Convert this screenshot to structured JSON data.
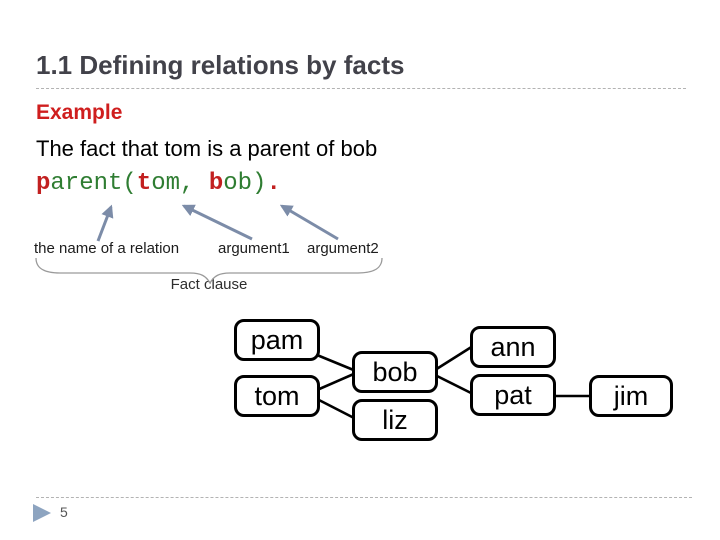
{
  "slide": {
    "title": "1.1 Defining relations by facts",
    "page_number": "5"
  },
  "example": {
    "heading": "Example",
    "body": "The fact that tom is a parent of bob",
    "code_segments": [
      "p",
      "arent(",
      "t",
      "om, ",
      "b",
      "ob)",
      "."
    ],
    "annotations": {
      "relation_label": "the name of a relation",
      "argument1_label": "argument1",
      "argument2_label": "argument2",
      "brace_label": "Fact clause"
    }
  },
  "family_tree": {
    "nodes": [
      "pam",
      "tom",
      "bob",
      "liz",
      "ann",
      "pat",
      "jim"
    ],
    "edges": [
      {
        "from": "pam",
        "to": "bob"
      },
      {
        "from": "tom",
        "to": "bob"
      },
      {
        "from": "tom",
        "to": "liz"
      },
      {
        "from": "bob",
        "to": "ann"
      },
      {
        "from": "bob",
        "to": "pat"
      },
      {
        "from": "pat",
        "to": "jim"
      }
    ]
  },
  "colors": {
    "title": "#42424a",
    "heading_red": "#cf1e1e",
    "code_red": "#c22020",
    "code_green": "#2f7d32",
    "annotation_arrow": "#7c8ca8",
    "brace": "#9a9a9a",
    "page_marker": "#8da4c0",
    "separator": "#b3b3b3"
  }
}
